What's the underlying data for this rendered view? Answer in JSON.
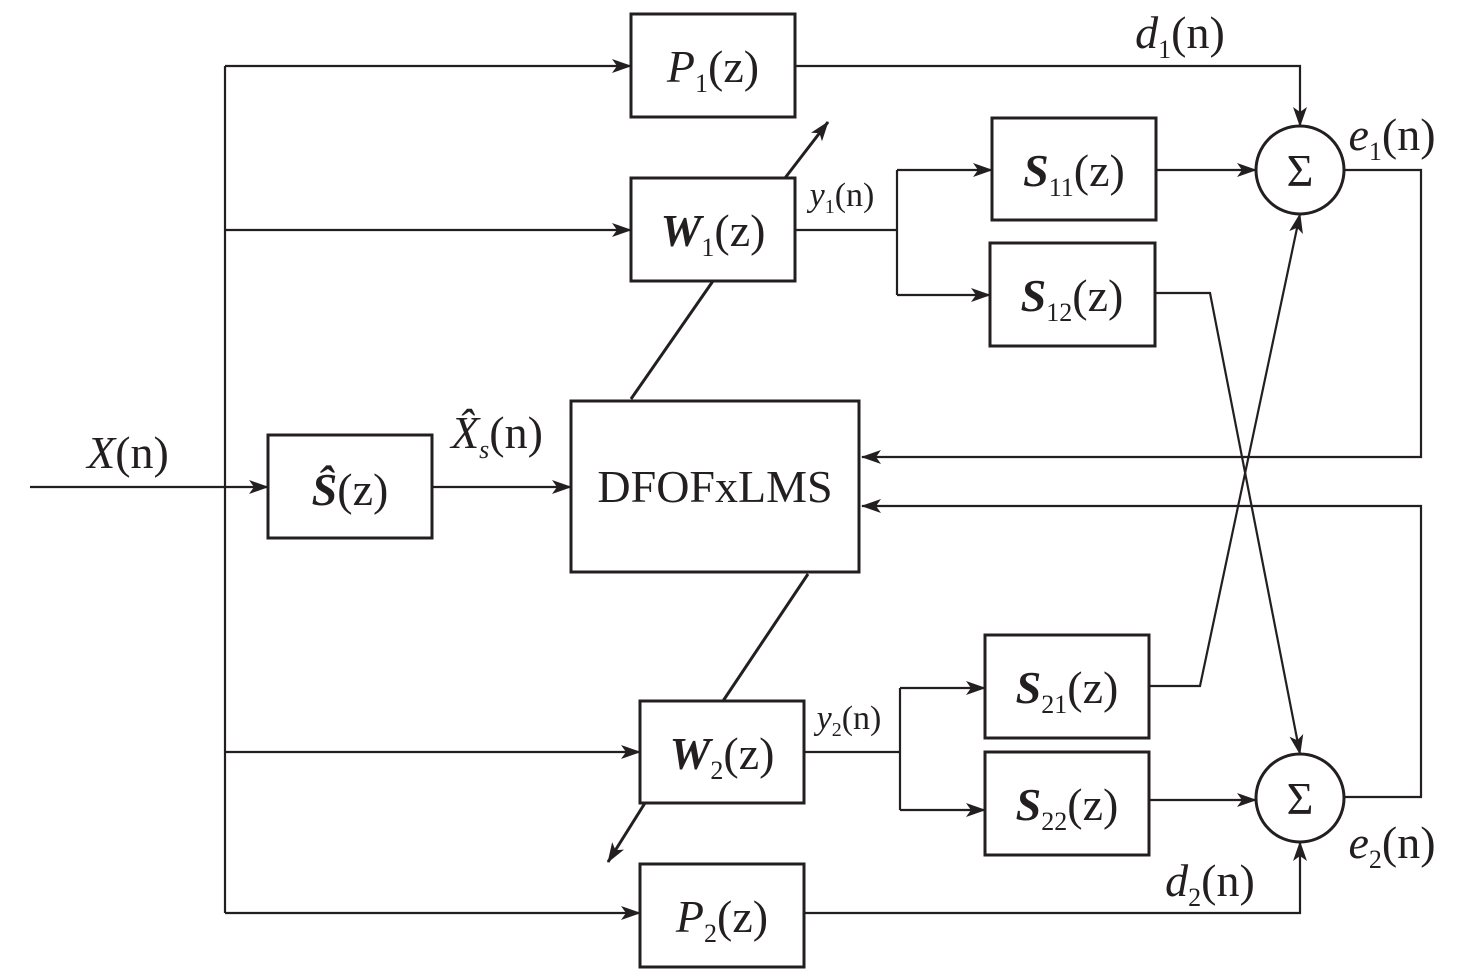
{
  "blocks": {
    "p1": {
      "base": "P",
      "sub": "1",
      "arg": "(z)"
    },
    "w1": {
      "base": "W",
      "sub": "1",
      "arg": "(z)"
    },
    "s11": {
      "base": "S",
      "sub": "11",
      "arg": "(z)"
    },
    "s12": {
      "base": "S",
      "sub": "12",
      "arg": "(z)"
    },
    "shat": {
      "base": "Ŝ",
      "arg": "(z)"
    },
    "dfofxlms": {
      "label": "DFOFxLMS"
    },
    "w2": {
      "base": "W",
      "sub": "2",
      "arg": "(z)"
    },
    "s21": {
      "base": "S",
      "sub": "21",
      "arg": "(z)"
    },
    "s22": {
      "base": "S",
      "sub": "22",
      "arg": "(z)"
    },
    "p2": {
      "base": "P",
      "sub": "2",
      "arg": "(z)"
    },
    "sum1": {
      "symbol": "Σ"
    },
    "sum2": {
      "symbol": "Σ"
    }
  },
  "signals": {
    "x": {
      "base": "X",
      "arg": "(n)"
    },
    "xs": {
      "base": "X̂",
      "sub": "s",
      "arg": "(n)"
    },
    "y1": {
      "base": "y",
      "sub": "1",
      "arg": "(n)"
    },
    "y2": {
      "base": "y",
      "sub": "2",
      "arg": "(n)"
    },
    "d1": {
      "base": "d",
      "sub": "1",
      "arg": "(n)"
    },
    "d2": {
      "base": "d",
      "sub": "2",
      "arg": "(n)"
    },
    "e1": {
      "base": "e",
      "sub": "1",
      "arg": "(n)"
    },
    "e2": {
      "base": "e",
      "sub": "2",
      "arg": "(n)"
    }
  }
}
